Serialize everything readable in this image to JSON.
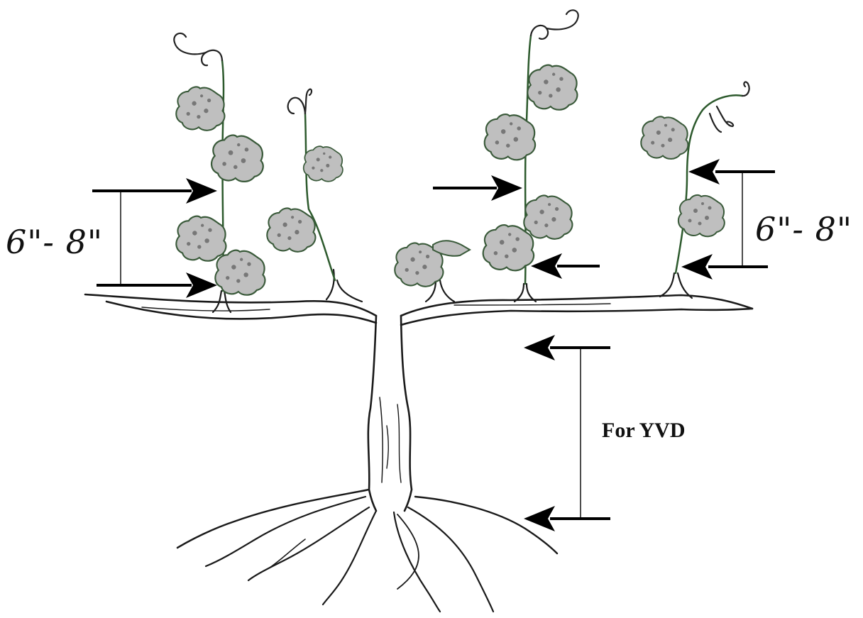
{
  "diagram": {
    "labels": {
      "left_spacing": "6\"- 8\"",
      "right_spacing": "6\"- 8\"",
      "trunk_height": "For YVD"
    },
    "colors": {
      "leaf_fill": "#bfbfbf",
      "leaf_edge": "#3a5a3a",
      "shoot": "#2d5a2d",
      "wood": "#1a1a1a",
      "arrow": "#000000",
      "background": "#ffffff"
    }
  }
}
